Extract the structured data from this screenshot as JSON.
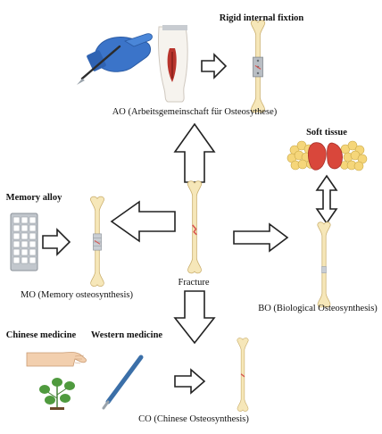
{
  "labels": {
    "rigid_internal_fixation": "Rigid internal fixtion",
    "ao": "AO (Arbeitsgemeinschaft für Osteosythese)",
    "soft_tissue": "Soft tissue",
    "memory_alloy": "Memory alloy",
    "mo": "MO (Memory osteosynthesis)",
    "fracture": "Fracture",
    "bo": "BO (Biological Osteosynthesis)",
    "chinese_medicine": "Chinese medicine",
    "western_medicine": "Western medicine",
    "co": "CO (Chinese Osteosynthesis)"
  },
  "colors": {
    "bone_fill": "#f6e7b9",
    "bone_stroke": "#c9ad6a",
    "fracture_red": "#d9534f",
    "glove_blue": "#3b74c9",
    "scalpel_blue": "#3b6fa8",
    "implant_gray": "#b9bec4",
    "plant_green": "#4f9a3e",
    "skin": "#f2cfae",
    "tissue_red": "#d9473b",
    "fat_yellow": "#f5d67a"
  }
}
